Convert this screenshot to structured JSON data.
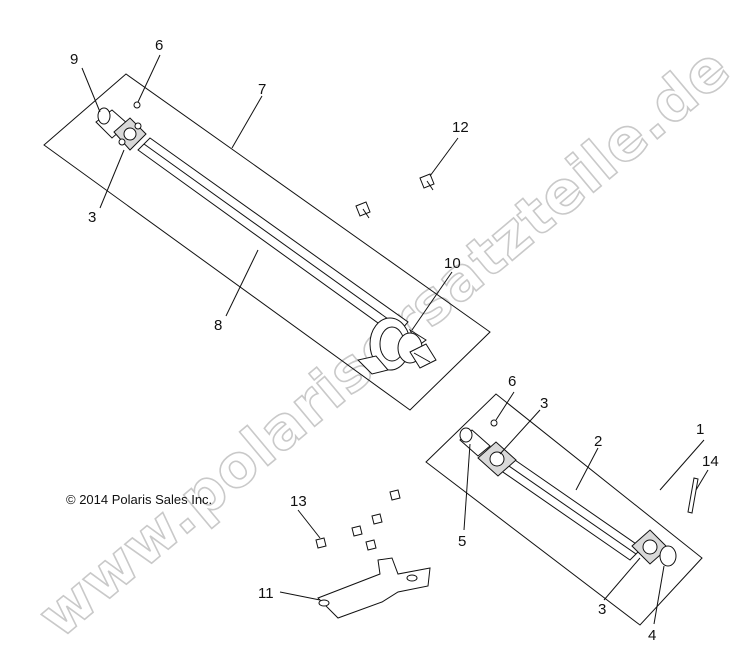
{
  "watermark": "www.polarisersatzteile.de",
  "copyright": "© 2014 Polaris Sales Inc.",
  "callouts": {
    "c1": "1",
    "c2": "2",
    "c3a": "3",
    "c3b": "3",
    "c3c": "3",
    "c4": "4",
    "c5": "5",
    "c6a": "6",
    "c6b": "6",
    "c7": "7",
    "c8": "8",
    "c9": "9",
    "c10": "10",
    "c11": "11",
    "c12": "12",
    "c13": "13",
    "c14": "14"
  }
}
